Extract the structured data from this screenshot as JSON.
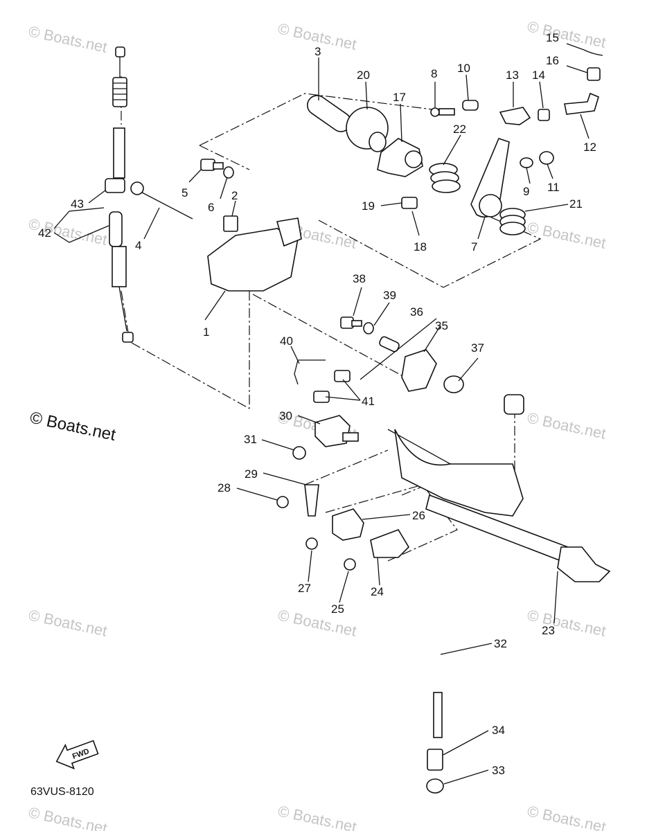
{
  "watermark": {
    "tile_text": "© Boats.net",
    "main_text": "© Boats.net"
  },
  "figure_code": "63VUS-8120",
  "fwd_label": "FWD",
  "callouts": [
    "1",
    "2",
    "3",
    "4",
    "5",
    "6",
    "7",
    "8",
    "9",
    "10",
    "11",
    "12",
    "13",
    "14",
    "15",
    "16",
    "17",
    "18",
    "19",
    "20",
    "21",
    "22",
    "23",
    "24",
    "25",
    "26",
    "27",
    "28",
    "29",
    "30",
    "31",
    "32",
    "33",
    "34",
    "35",
    "36",
    "37",
    "38",
    "39",
    "40",
    "41",
    "42",
    "43"
  ]
}
